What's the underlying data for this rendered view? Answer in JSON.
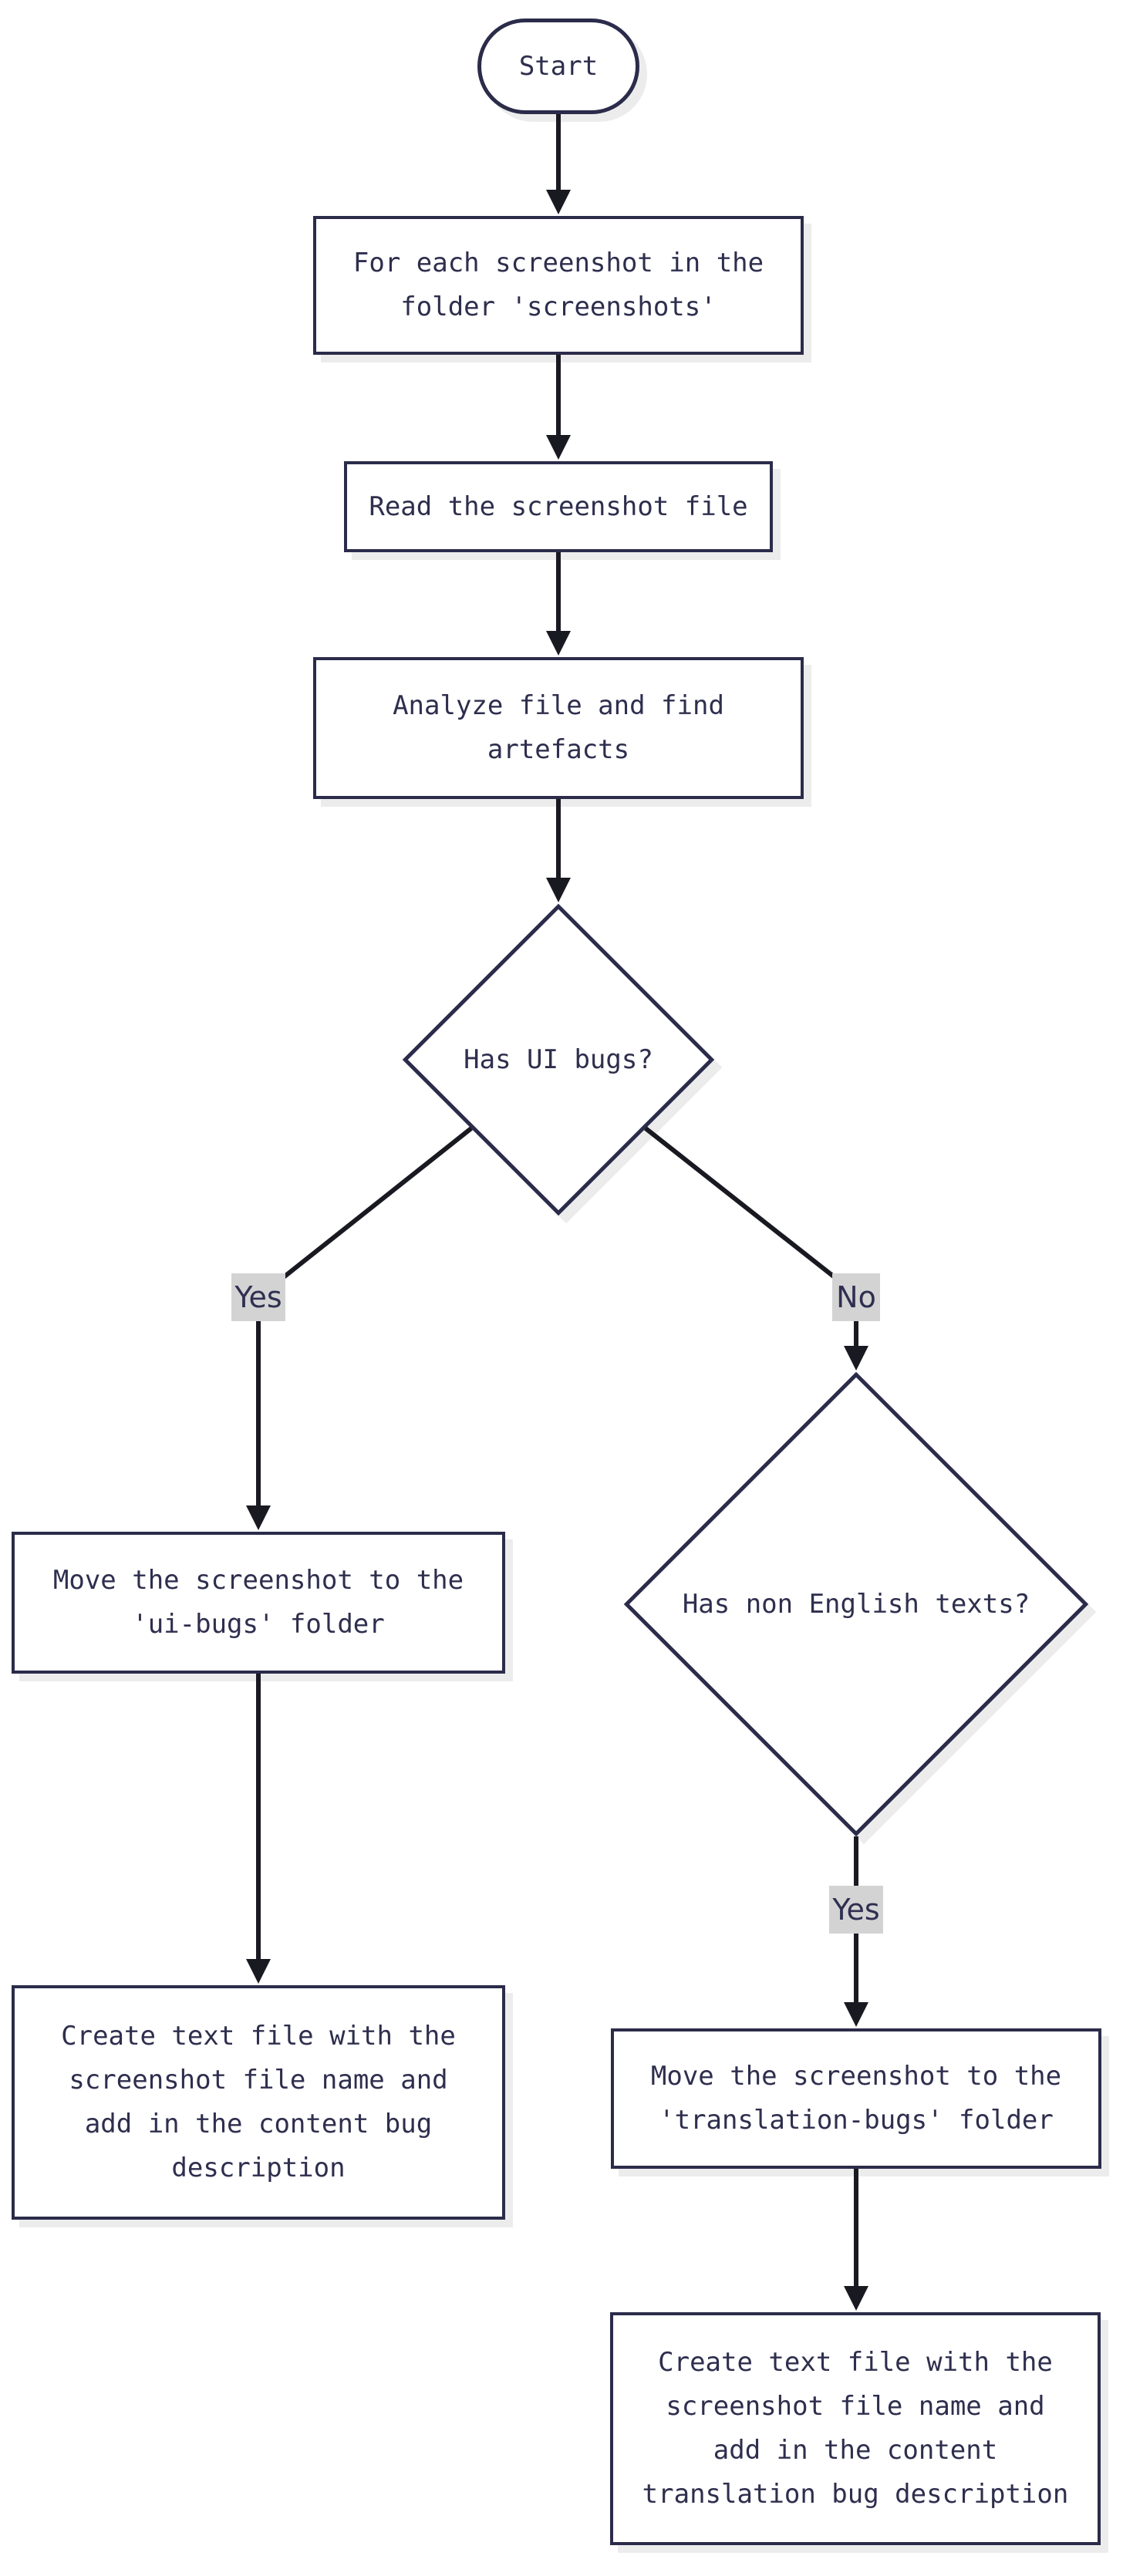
{
  "diagram": {
    "type": "flowchart",
    "direction": "top-down"
  },
  "colors": {
    "background": "#ffffff",
    "node_fill": "#ffffff",
    "node_border": "#2b2b4a",
    "node_text": "#2e2e4e",
    "edge_line": "#191922",
    "edge_label_bg": "#d3d3d3",
    "edge_label_text": "#2f2f52",
    "node_shadow": "#ececec"
  },
  "nodes": {
    "start": {
      "shape": "stadium",
      "label": "Start"
    },
    "foreach": {
      "shape": "rect",
      "label": "For each screenshot in the\nfolder 'screenshots'"
    },
    "read": {
      "shape": "rect",
      "label": "Read the screenshot file"
    },
    "analyze": {
      "shape": "rect",
      "label": "Analyze file and find\nartefacts"
    },
    "has_ui_bugs": {
      "shape": "diamond",
      "label": "Has UI bugs?"
    },
    "move_ui": {
      "shape": "rect",
      "label": "Move the screenshot to the\n'ui-bugs' folder"
    },
    "create_ui_txt": {
      "shape": "rect",
      "label": "Create text file with the\nscreenshot file name and\nadd in the content bug\ndescription"
    },
    "has_non_english": {
      "shape": "diamond",
      "label": "Has non English texts?"
    },
    "move_translation": {
      "shape": "rect",
      "label": "Move the screenshot to the\n'translation-bugs' folder"
    },
    "create_translation_txt": {
      "shape": "rect",
      "label": "Create text file with the\nscreenshot file name and\nadd in the content\ntranslation bug description"
    }
  },
  "edges": [
    {
      "from": "start",
      "to": "foreach",
      "label": ""
    },
    {
      "from": "foreach",
      "to": "read",
      "label": ""
    },
    {
      "from": "read",
      "to": "analyze",
      "label": ""
    },
    {
      "from": "analyze",
      "to": "has_ui_bugs",
      "label": ""
    },
    {
      "from": "has_ui_bugs",
      "to": "move_ui",
      "label": "Yes"
    },
    {
      "from": "has_ui_bugs",
      "to": "has_non_english",
      "label": "No"
    },
    {
      "from": "move_ui",
      "to": "create_ui_txt",
      "label": ""
    },
    {
      "from": "has_non_english",
      "to": "move_translation",
      "label": "Yes"
    },
    {
      "from": "move_translation",
      "to": "create_translation_txt",
      "label": ""
    }
  ]
}
